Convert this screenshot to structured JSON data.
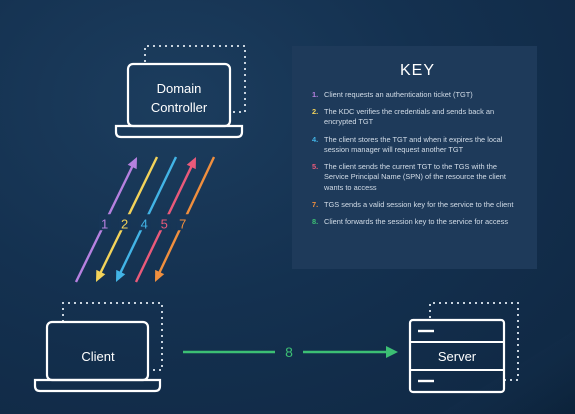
{
  "nodes": {
    "domain_controller": {
      "label_line1": "Domain",
      "label_line2": "Controller"
    },
    "client": {
      "label": "Client"
    },
    "server": {
      "label": "Server"
    }
  },
  "flow_arrows": [
    {
      "num": "1",
      "color": "#b681e0",
      "direction": "up"
    },
    {
      "num": "2",
      "color": "#f3d35a",
      "direction": "down"
    },
    {
      "num": "4",
      "color": "#42b4e6",
      "direction": "down"
    },
    {
      "num": "5",
      "color": "#ea5a7a",
      "direction": "up"
    },
    {
      "num": "7",
      "color": "#f08f3e",
      "direction": "down"
    }
  ],
  "step8": {
    "num": "8",
    "color": "#3cbf74"
  },
  "key": {
    "title": "KEY",
    "items": [
      {
        "num": "1.",
        "color": "#b681e0",
        "text": "Client requests an authentication ticket (TGT)"
      },
      {
        "num": "2.",
        "color": "#f3d35a",
        "text": "The KDC verifies the credentials and sends back an encrypted TGT"
      },
      {
        "num": "4.",
        "color": "#42b4e6",
        "text": "The client stores the TGT and when it expires the local session manager will request another TGT"
      },
      {
        "num": "5.",
        "color": "#ea5a7a",
        "text": "The client sends the current TGT to the TGS with the Service Principal Name (SPN) of the resource the client wants to access"
      },
      {
        "num": "7.",
        "color": "#f08f3e",
        "text": "TGS sends a valid session key for the service to the client"
      },
      {
        "num": "8.",
        "color": "#3cbf74",
        "text": "Client forwards the session key to the service for access"
      }
    ]
  },
  "colors": {
    "background": "#143150",
    "panel": "#1e3a5a",
    "line": "#ffffff",
    "dotted": "#c9d4df"
  }
}
